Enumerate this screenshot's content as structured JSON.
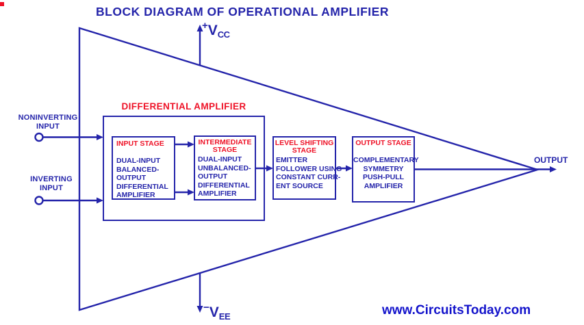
{
  "title": "BLOCK DIAGRAM OF OPERATIONAL AMPLIFIER",
  "colors": {
    "blue": "#2424AA",
    "red": "#EE1126",
    "watermark_blue": "#1313CB"
  },
  "power": {
    "vcc": {
      "sign": "+",
      "letter": "V",
      "subscript": "CC"
    },
    "vee": {
      "sign": "−",
      "letter": "V",
      "subscript": "EE"
    }
  },
  "inputs": {
    "noninverting": {
      "line1": "NONINVERTING",
      "line2": "INPUT"
    },
    "inverting": {
      "line1": "INVERTING",
      "line2": "INPUT"
    }
  },
  "output_label": "OUTPUT",
  "group_label": "DIFFERENTIAL  AMPLIFIER",
  "stages": [
    {
      "title": [
        "INPUT STAGE"
      ],
      "body": [
        "DUAL-INPUT",
        "BALANCED-",
        "OUTPUT",
        "DIFFERENTIAL",
        "AMPLIFIER"
      ]
    },
    {
      "title": [
        "INTERMEDIATE",
        "STAGE"
      ],
      "body": [
        "DUAL-INPUT",
        "UNBALANCED-",
        "OUTPUT",
        "DIFFERENTIAL",
        "AMPLIFIER"
      ]
    },
    {
      "title": [
        "LEVEL SHIFTING",
        "STAGE"
      ],
      "body": [
        "EMITTER",
        "FOLLOWER USING",
        "CONSTANT CURR-",
        "ENT SOURCE"
      ]
    },
    {
      "title": [
        "OUTPUT STAGE"
      ],
      "body": [
        "COMPLEMENTARY",
        "SYMMETRY",
        "PUSH-PULL",
        "AMPLIFIER"
      ]
    }
  ],
  "watermark": "www.CircuitsToday.com"
}
